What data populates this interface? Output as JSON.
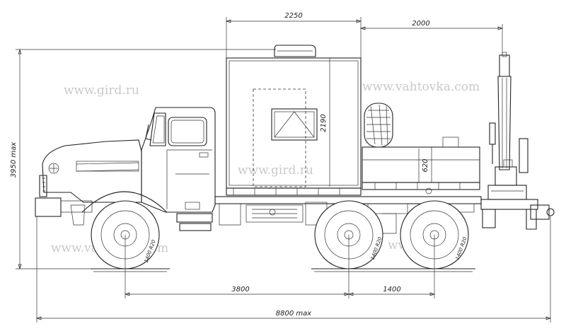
{
  "dimensions": {
    "body_width": "2250",
    "rear_platform": "2000",
    "height_max": "3950 max",
    "body_height": "2190",
    "side_height": "620",
    "wheelbase_front": "3800",
    "wheelbase_rear": "1400",
    "length_max": "8800 max",
    "tire_front": "1400 R20",
    "tire_mid": "1400 R20",
    "tire_rear": "1400 R20"
  },
  "watermarks": {
    "top_left": "www.gird.ru",
    "top_right": "www.vahtovka.com",
    "center": "www.gird.ru",
    "bottom_left": "www.vahtovka.com",
    "bottom_right": "www.gird.ru"
  }
}
